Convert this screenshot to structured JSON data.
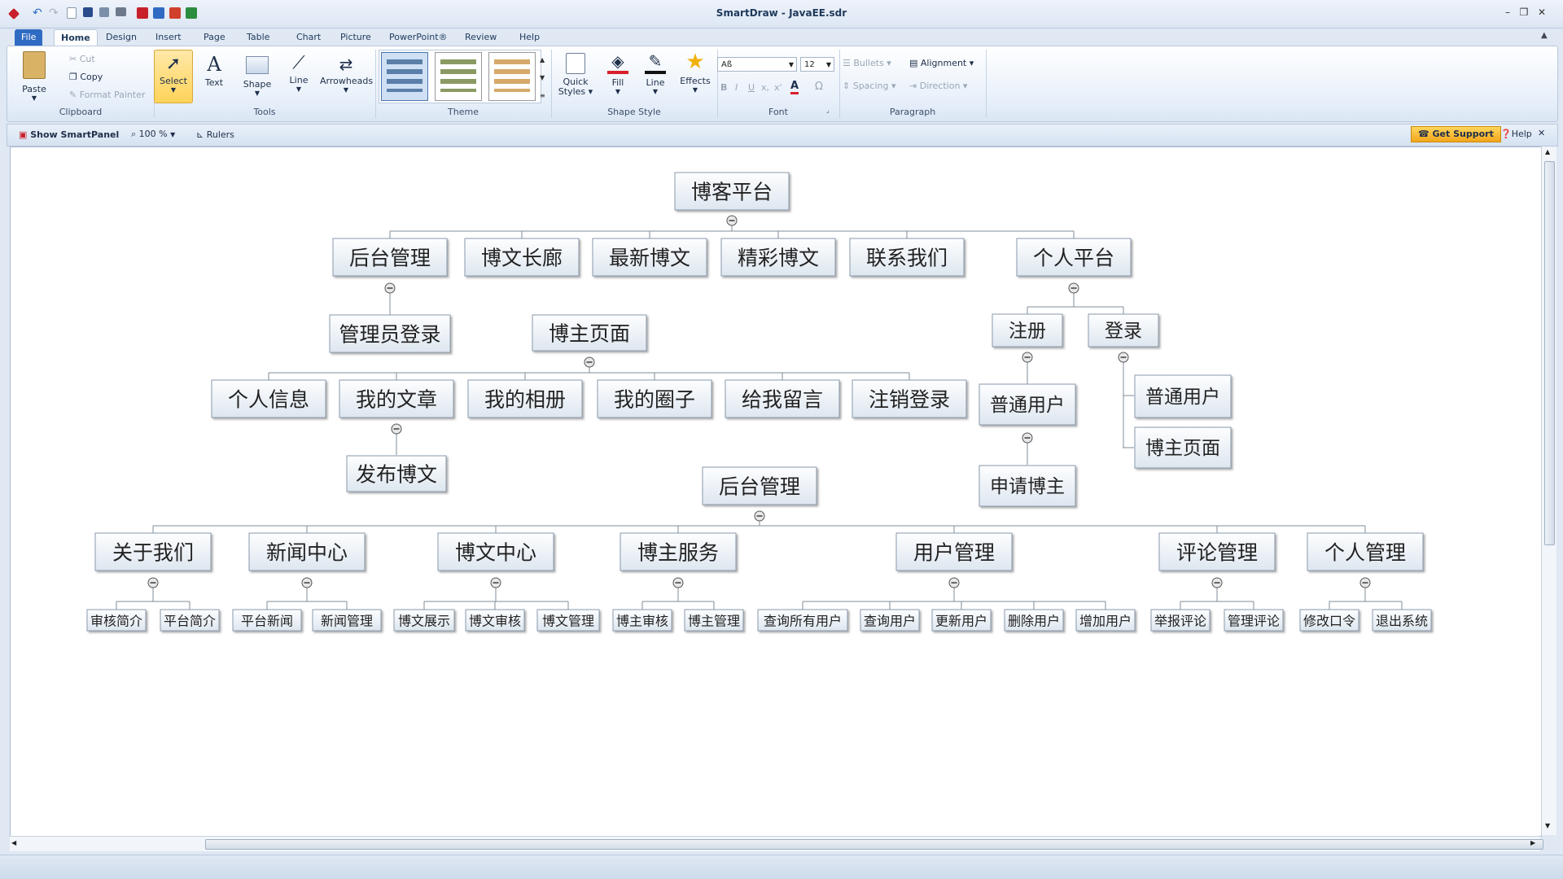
{
  "window": {
    "title": "SmartDraw - JavaEE.sdr"
  },
  "tabs": [
    {
      "label": "File"
    },
    {
      "label": "Home"
    },
    {
      "label": "Design"
    },
    {
      "label": "Insert"
    },
    {
      "label": "Page"
    },
    {
      "label": "Table"
    },
    {
      "label": "Chart"
    },
    {
      "label": "Picture"
    },
    {
      "label": "PowerPoint®"
    },
    {
      "label": "Review"
    },
    {
      "label": "Help"
    }
  ],
  "ribbon": {
    "clipboard": {
      "paste": "Paste",
      "cut": "Cut",
      "copy": "Copy",
      "format_painter": "Format Painter",
      "label": "Clipboard"
    },
    "tools": {
      "select": "Select",
      "text": "Text",
      "shape": "Shape",
      "line": "Line",
      "arrowheads": "Arrowheads",
      "label": "Tools"
    },
    "theme": {
      "label": "Theme"
    },
    "shape_style": {
      "quick_styles_1": "Quick",
      "quick_styles_2": "Styles",
      "fill": "Fill",
      "line": "Line",
      "effects": "Effects",
      "label": "Shape Style"
    },
    "font": {
      "family": "Aß",
      "size": "12",
      "label": "Font"
    },
    "paragraph": {
      "bullets": "Bullets",
      "alignment": "Alignment",
      "spacing": "Spacing",
      "direction": "Direction",
      "label": "Paragraph"
    }
  },
  "panelbar": {
    "show_smartpanel": "Show SmartPanel",
    "zoom": "100 %",
    "rulers": "Rulers",
    "get_support": "Get Support",
    "help": "Help"
  },
  "diagram": {
    "root": "博客平台",
    "level1": [
      "后台管理",
      "博文长廊",
      "最新博文",
      "精彩博文",
      "联系我们",
      "个人平台"
    ],
    "admin_login": "管理员登录",
    "blogger_page": "博主页面",
    "blogger_items": [
      "个人信息",
      "我的文章",
      "我的相册",
      "我的圈子",
      "给我留言",
      "注销登录"
    ],
    "publish": "发布博文",
    "register": "注册",
    "login": "登录",
    "register_user": "普通用户",
    "apply_blogger": "申请博主",
    "login_items": [
      "普通用户",
      "博主页面"
    ],
    "backend": "后台管理",
    "backend_items": [
      "关于我们",
      "新闻中心",
      "博文中心",
      "博主服务",
      "用户管理",
      "评论管理",
      "个人管理"
    ],
    "leaves": {
      "about": [
        "审核简介",
        "平台简介"
      ],
      "news": [
        "平台新闻",
        "新闻管理"
      ],
      "blog": [
        "博文展示",
        "博文审核",
        "博文管理"
      ],
      "service": [
        "博主审核",
        "博主管理"
      ],
      "users": [
        "查询所有用户",
        "查询用户",
        "更新用户",
        "删除用户",
        "增加用户"
      ],
      "comments": [
        "举报评论",
        "管理评论"
      ],
      "personal": [
        "修改口令",
        "退出系统"
      ]
    }
  }
}
